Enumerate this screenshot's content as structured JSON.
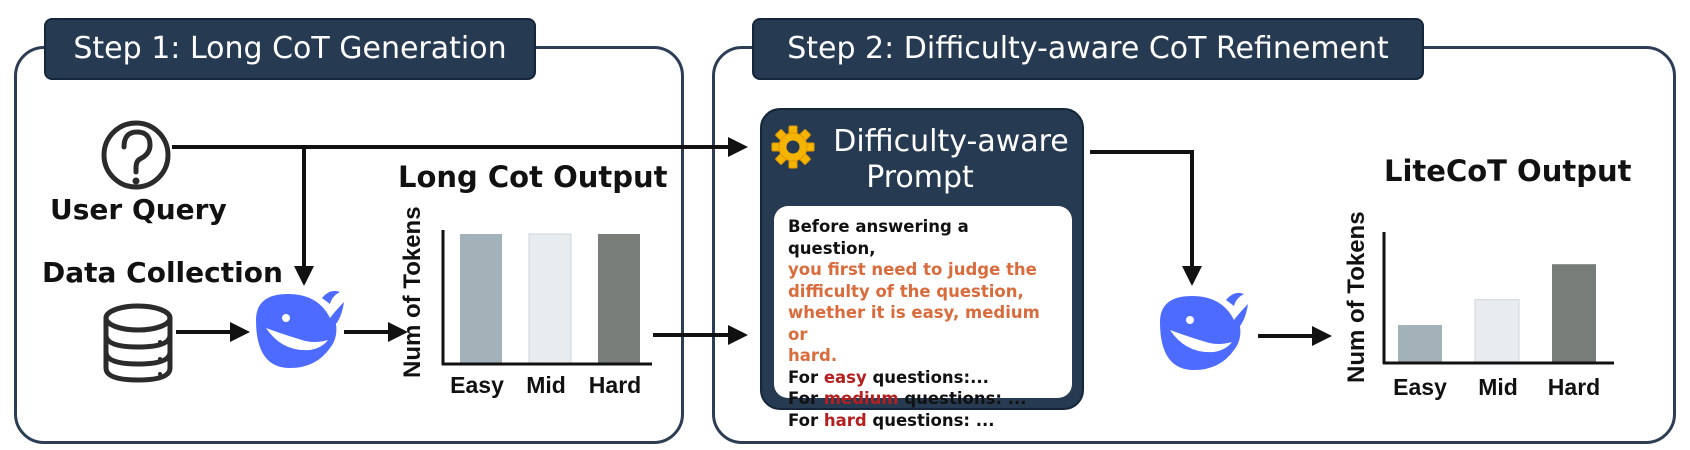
{
  "step1": {
    "title": "Step 1: Long CoT Generation",
    "user_query": "User Query",
    "data_collection": "Data Collection"
  },
  "step2": {
    "title": "Step 2: Difficulty-aware CoT Refinement",
    "prompt_title_line1": "Difficulty-aware",
    "prompt_title_line2": "Prompt",
    "prompt_lines": {
      "l1": "Before answering a question,",
      "l2": "you first need to judge the",
      "l3": "difficulty of the question,",
      "l4": "whether it is easy, medium or",
      "l5": "hard.",
      "easy_pre": "For ",
      "easy_word": "easy",
      "easy_post": " questions:...",
      "medium_pre": "For ",
      "medium_word": "medium",
      "medium_post": " questions: ...",
      "hard_pre": "For ",
      "hard_word": "hard",
      "hard_post": " questions: ..."
    }
  },
  "icons": [
    "question-icon",
    "database-icon",
    "whale-model-icon",
    "gear-icon"
  ],
  "colors": {
    "panel_border": "#2c3e55",
    "title_bg": "#263a52",
    "model_blue": "#4d6bfe",
    "bar_easy": "#a3b1b8",
    "bar_mid": "#e8ecef",
    "bar_hard": "#787d7a",
    "prompt_orange": "#d96b3c",
    "prompt_red": "#b51f1f"
  },
  "chart_data": [
    {
      "type": "bar",
      "title": "Long Cot Output",
      "ylabel": "Num of Tokens",
      "categories": [
        "Easy",
        "Mid",
        "Hard"
      ],
      "values": [
        1.0,
        1.0,
        1.0
      ],
      "ylim": [
        0,
        1.2
      ]
    },
    {
      "type": "bar",
      "title": "LiteCoT Output",
      "ylabel": "Num of Tokens",
      "categories": [
        "Easy",
        "Mid",
        "Hard"
      ],
      "values": [
        0.3,
        0.5,
        0.78
      ],
      "ylim": [
        0,
        1.2
      ]
    }
  ]
}
